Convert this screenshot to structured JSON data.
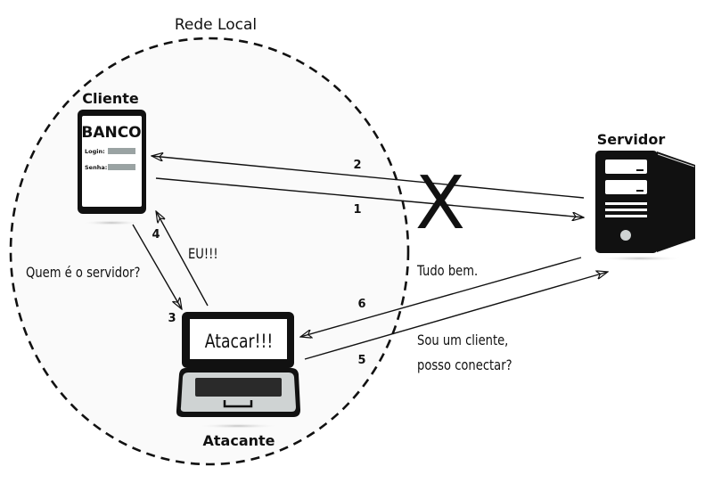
{
  "diagram": {
    "network_label": "Rede Local",
    "client": {
      "title": "Cliente",
      "screen_title": "BANCO",
      "login_label": "Login:",
      "password_label": "Senha:"
    },
    "server": {
      "title": "Servidor"
    },
    "attacker": {
      "title": "Atacante",
      "screen_text": "Atacar!!!"
    },
    "blocked_mark": "X",
    "messages": [
      {
        "step": "1",
        "from": "client",
        "to": "server",
        "text": ""
      },
      {
        "step": "2",
        "from": "server",
        "to": "client",
        "text": ""
      },
      {
        "step": "3",
        "from": "client",
        "to": "attacker",
        "text": "Quem é o servidor?"
      },
      {
        "step": "4",
        "from": "attacker",
        "to": "client",
        "text": "EU!!!"
      },
      {
        "step": "5",
        "from": "attacker",
        "to": "server",
        "text_lines": [
          "Sou um cliente,",
          "posso conectar?"
        ]
      },
      {
        "step": "6",
        "from": "server",
        "to": "attacker",
        "text": "Tudo bem."
      }
    ],
    "colors": {
      "ink": "#111111",
      "device_gray": "#cfd3d3",
      "field_gray": "#9aa3a3",
      "background": "#ffffff"
    }
  }
}
